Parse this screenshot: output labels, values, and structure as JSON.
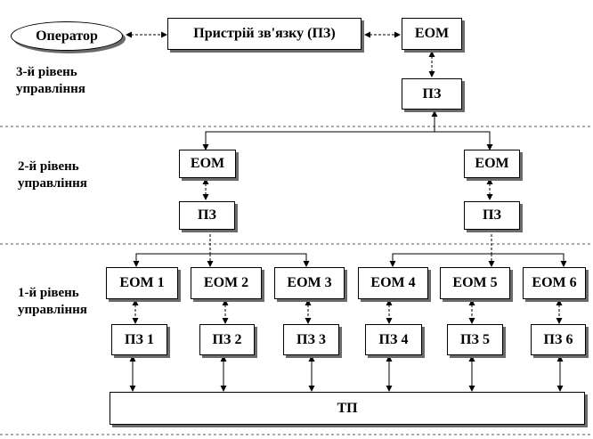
{
  "operator": "Оператор",
  "comm_device": "Пристрій зв'язку (ПЗ)",
  "levels": {
    "l3": [
      "3-й рівень",
      "управління"
    ],
    "l2": [
      "2-й рівень",
      "управління"
    ],
    "l1": [
      "1-й рівень",
      "управління"
    ]
  },
  "level3": {
    "eom": "ЕОМ",
    "pz": "ПЗ"
  },
  "level2": [
    {
      "eom": "ЕОМ",
      "pz": "ПЗ"
    },
    {
      "eom": "ЕОМ",
      "pz": "ПЗ"
    }
  ],
  "level1": [
    {
      "eom": "ЕОМ 1",
      "pz": "ПЗ 1"
    },
    {
      "eom": "ЕОМ 2",
      "pz": "ПЗ 2"
    },
    {
      "eom": "ЕОМ 3",
      "pz": "ПЗ 3"
    },
    {
      "eom": "ЕОМ 4",
      "pz": "ПЗ 4"
    },
    {
      "eom": "ЕОМ 5",
      "pz": "ПЗ 5"
    },
    {
      "eom": "ЕОМ 6",
      "pz": "ПЗ 6"
    }
  ],
  "tp": "ТП",
  "colors": {
    "line": "#000000",
    "shadow": "#6b6b6b",
    "separator": "#555555"
  }
}
